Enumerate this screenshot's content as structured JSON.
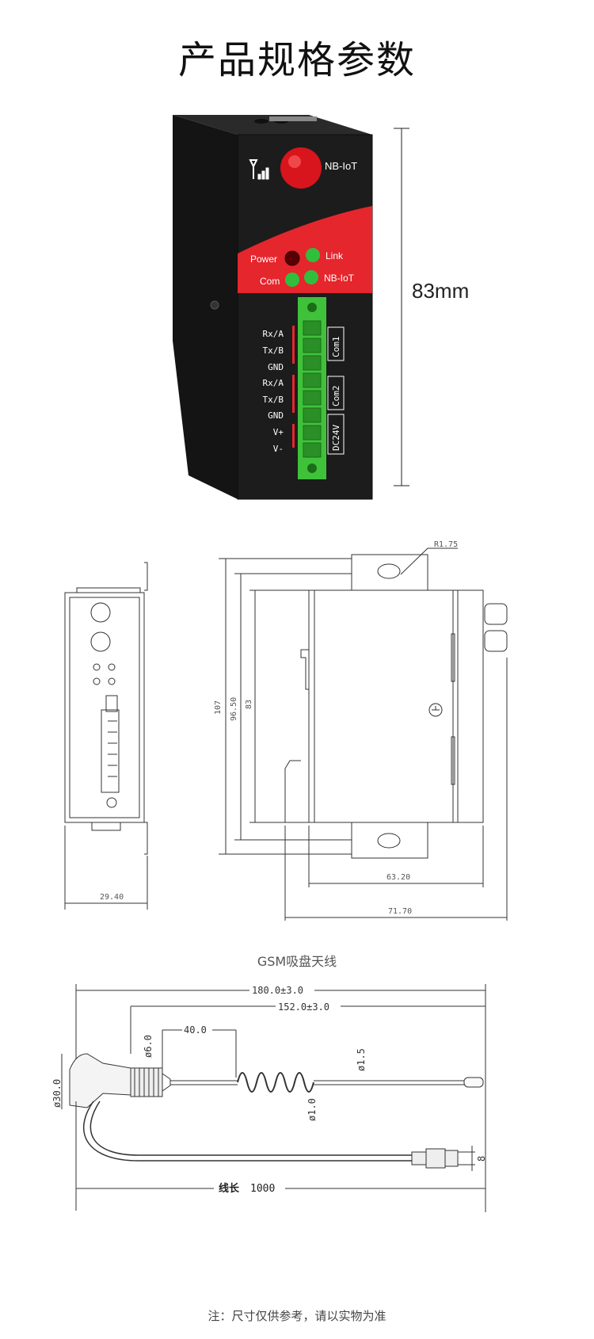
{
  "page_title": "产品规格参数",
  "device": {
    "model_label": "NB-IoT",
    "leds": [
      "Power",
      "Link",
      "Com",
      "NB-IoT"
    ],
    "terminal_labels": [
      "Rx/A",
      "Tx/B",
      "GND",
      "Rx/A",
      "Tx/B",
      "GND",
      "V+",
      "V-"
    ],
    "port_labels": [
      "Com1",
      "Com2",
      "DC24V"
    ],
    "height_text": "83mm"
  },
  "drawing": {
    "r_label": "R1.75",
    "dim_107": "107",
    "dim_9650": "96.50",
    "dim_83": "83",
    "dim_6320": "63.20",
    "dim_7170": "71.70",
    "dim_2940": "29.40"
  },
  "antenna": {
    "caption": "GSM吸盘天线",
    "dim_total": "180.0±3.0",
    "dim_whip": "152.0±3.0",
    "dim_spring": "40.0",
    "dim_d6": "ø6.0",
    "dim_d30": "ø30.0",
    "dim_d15": "ø1.5",
    "dim_d10": "ø1.0",
    "dim_8": "8",
    "cable_label": "线长",
    "cable_value": "1000"
  },
  "footnote": "注：尺寸仅供参考，请以实物为准",
  "colors": {
    "device_body": "#1c1c1c",
    "device_red": "#e5262d",
    "terminal_green": "#3fc23a",
    "led_green": "#2fbf3c"
  }
}
